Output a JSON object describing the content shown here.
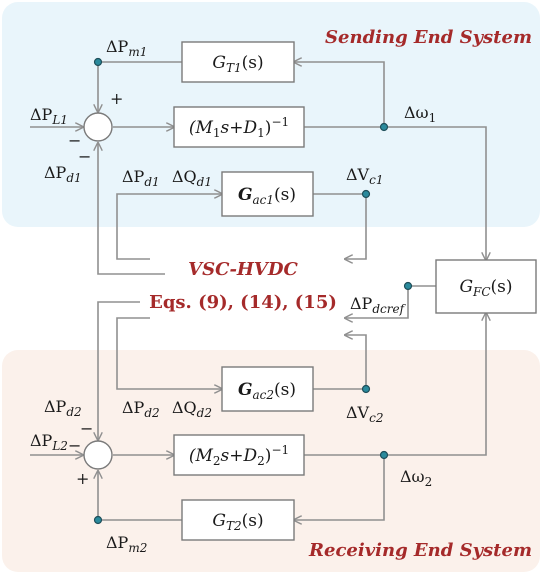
{
  "regions": {
    "sending": {
      "title": "Sending End System",
      "bg": "#e9f5fb"
    },
    "receiving": {
      "title": "Receiving End System",
      "bg": "#fbf1eb"
    },
    "title_color": "#a52a2a"
  },
  "blocks": {
    "gt1": "G",
    "gt1_sub": "T1",
    "gt1_arg": "(s)",
    "m1": "(M",
    "m1_a": "1",
    "m1_b": "s+D",
    "m1_c": "1",
    "m1_d": ")",
    "m1_e": "−1",
    "gac1": "G",
    "gac1_sub": "ac1",
    "gac1_arg": "(s)",
    "gfc": "G",
    "gfc_sub": "FC",
    "gfc_arg": "(s)",
    "gac2": "G",
    "gac2_sub": "ac2",
    "gac2_arg": "(s)",
    "m2": "(M",
    "m2_a": "2",
    "m2_b": "s+D",
    "m2_c": "2",
    "m2_d": ")",
    "m2_e": "−1",
    "gt2": "G",
    "gt2_sub": "T2",
    "gt2_arg": "(s)"
  },
  "vsc": {
    "line1": "VSC-HVDC",
    "line2": "Eqs. (9), (14), (15)",
    "color": "#a52a2a"
  },
  "signals": {
    "dpm1": "ΔP",
    "dpm1_sub": "m1",
    "dpl1": "ΔP",
    "dpl1_sub": "L1",
    "dpd1": "ΔP",
    "dpd1_sub": "d1",
    "dpd1b": "ΔP",
    "dpd1b_sub": "d1",
    "dqd1": "ΔQ",
    "dqd1_sub": "d1",
    "dw1": "Δω",
    "dw1_sub": "1",
    "dvc1": "ΔV",
    "dvc1_sub": "c1",
    "dpdcref": "ΔP",
    "dpdcref_sub": "dcref",
    "dpd2": "ΔP",
    "dpd2_sub": "d2",
    "dpl2": "ΔP",
    "dpl2_sub": "L2",
    "dpd2b": "ΔP",
    "dpd2b_sub": "d2",
    "dqd2": "ΔQ",
    "dqd2_sub": "d2",
    "dvc2": "ΔV",
    "dvc2_sub": "c2",
    "dw2": "Δω",
    "dw2_sub": "2",
    "dpm2": "ΔP",
    "dpm2_sub": "m2"
  },
  "signs": {
    "plus1": "+",
    "minus1a": "−",
    "minus1b": "−",
    "minus2a": "−",
    "minus2b": "−",
    "plus2": "+"
  },
  "colors": {
    "wire": "#909090",
    "dot": "#2a8a9c",
    "box_border": "#7a7a7a"
  }
}
